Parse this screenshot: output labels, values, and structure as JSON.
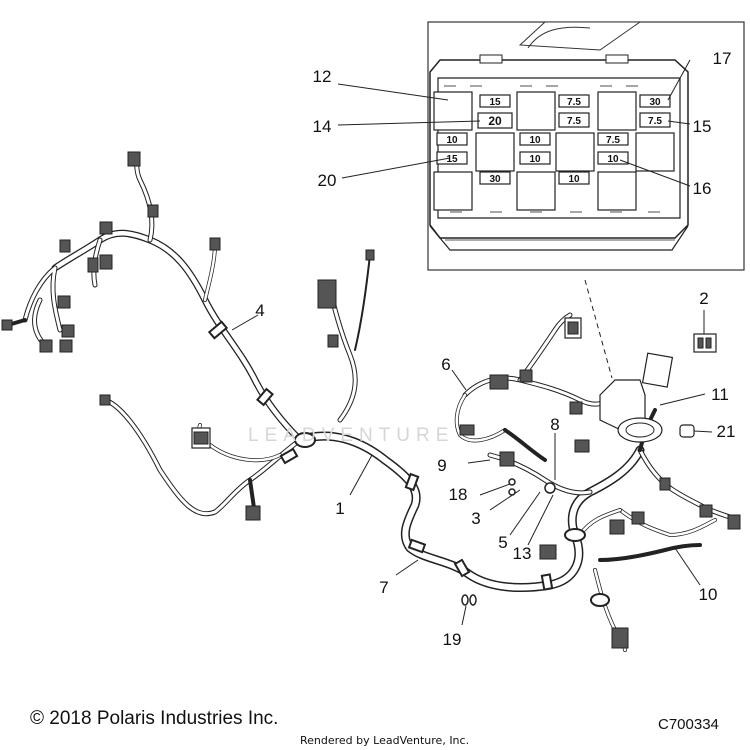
{
  "footer": {
    "copyright": "© 2018 Polaris Industries Inc.",
    "rendered_by": "Rendered by LeadVenture, Inc.",
    "part_code": "C700334"
  },
  "watermark": {
    "text": "LEADVENTURE"
  },
  "callouts": [
    {
      "id": "c1",
      "label": "1"
    },
    {
      "id": "c2",
      "label": "2"
    },
    {
      "id": "c3",
      "label": "3"
    },
    {
      "id": "c4",
      "label": "4"
    },
    {
      "id": "c5",
      "label": "5"
    },
    {
      "id": "c6",
      "label": "6"
    },
    {
      "id": "c7",
      "label": "7"
    },
    {
      "id": "c8",
      "label": "8"
    },
    {
      "id": "c9",
      "label": "9"
    },
    {
      "id": "c10",
      "label": "10"
    },
    {
      "id": "c11",
      "label": "11"
    },
    {
      "id": "c12",
      "label": "12"
    },
    {
      "id": "c13",
      "label": "13"
    },
    {
      "id": "c14",
      "label": "14"
    },
    {
      "id": "c15",
      "label": "15"
    },
    {
      "id": "c16",
      "label": "16"
    },
    {
      "id": "c17",
      "label": "17"
    },
    {
      "id": "c18",
      "label": "18"
    },
    {
      "id": "c19",
      "label": "19"
    },
    {
      "id": "c20",
      "label": "20"
    },
    {
      "id": "c21",
      "label": "21"
    }
  ],
  "fuse_ratings": {
    "f_r1a": "15",
    "f_r1b": "20",
    "f_r1c": "7.5",
    "f_r1d": "7.5",
    "f_r1e": "30",
    "f_r1f": "7.5",
    "f_r2a": "10",
    "f_r2b": "10",
    "f_r2c": "10",
    "f_r2d": "7.5",
    "f_r2e": "10",
    "f_r2f": "15",
    "f_r3a": "30",
    "f_r3b": "10"
  },
  "colors": {
    "line": "#222222",
    "background": "#ffffff",
    "watermark": "#d6d6d6"
  }
}
